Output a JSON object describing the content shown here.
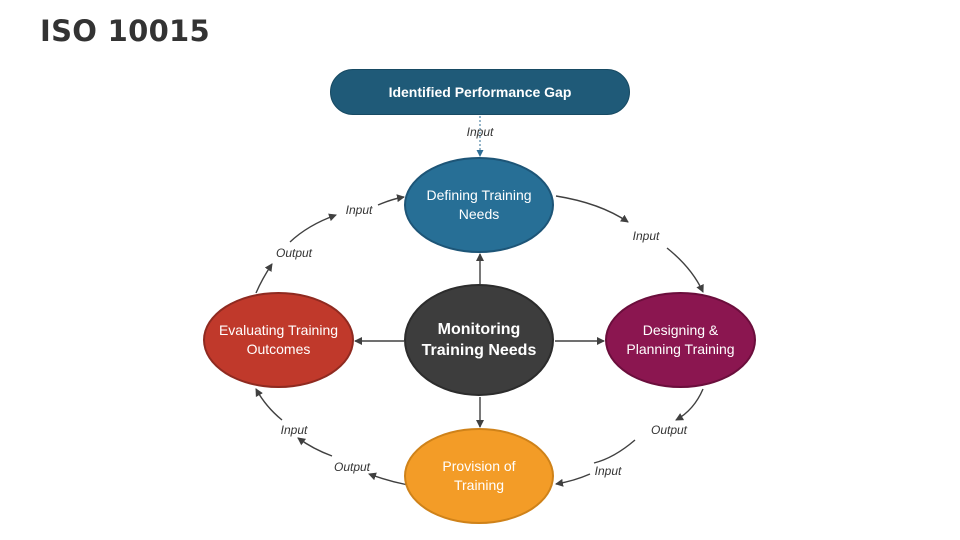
{
  "title": "ISO 10015",
  "header_box": "Identified Performance Gap",
  "nodes": {
    "define": "Defining Training\nNeeds",
    "design": "Designing &\nPlanning Training",
    "provide": "Provision of\nTraining",
    "evaluate": "Evaluating Training\nOutcomes",
    "monitor": "Monitoring\nTraining Needs"
  },
  "labels": {
    "top_input": "Input",
    "right_upper_input": "Input",
    "right_lower_output": "Output",
    "bottom_right_input": "Input",
    "bottom_left_output": "Output",
    "left_lower_input": "Input",
    "left_upper_output": "Output",
    "left_upper_input": "Input"
  },
  "colors": {
    "header": "#1f5a78",
    "define": "#276f96",
    "design": "#8b1650",
    "provide": "#f39c27",
    "evaluate": "#c0392b",
    "monitor": "#3d3d3d"
  }
}
